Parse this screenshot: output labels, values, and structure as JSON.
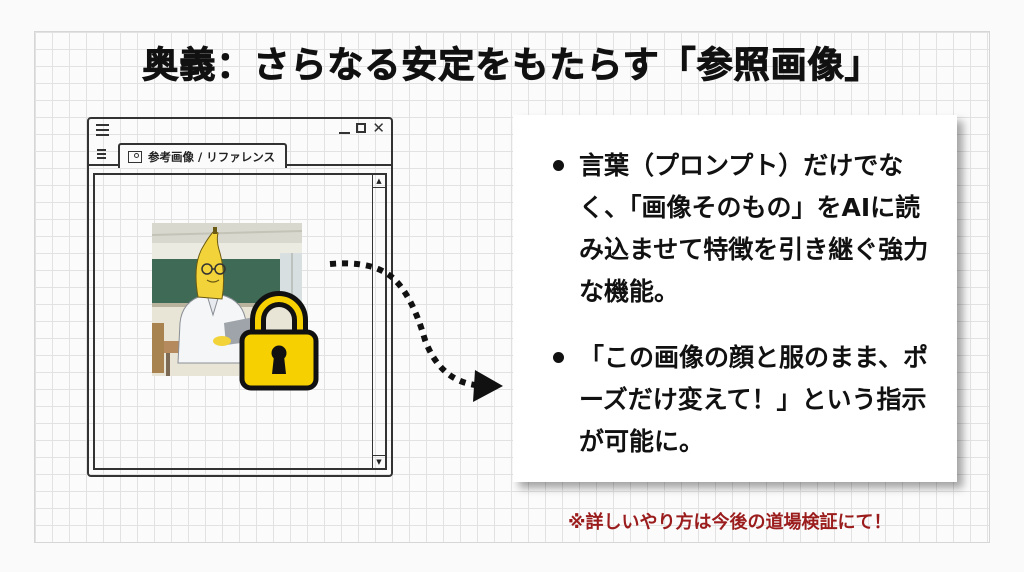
{
  "slide": {
    "title": "奥義：さらなる安定をもたらす「参照画像」",
    "window": {
      "tab_label": "参考画像 / リファレンス",
      "icons": [
        "menu-icon",
        "minimize-icon",
        "maximize-icon",
        "close-icon",
        "image-icon",
        "scroll-up-icon",
        "scroll-down-icon"
      ],
      "image_description": "Banana character in white lab coat and glasses working on laptop in classroom",
      "overlay_icon": "padlock-icon"
    },
    "card": {
      "bullets": [
        "言葉（プロンプト）だけでなく、「画像そのもの」をAIに読み込ませて特徴を引き継ぐ強力な機能。",
        "「この画像の顔と服のまま、ポーズだけ変えて！」という指示が可能に。"
      ]
    },
    "note": "※詳しいやり方は今後の道場検証にて！",
    "colors": {
      "text": "#111111",
      "note": "#9b1c1c",
      "lock_fill": "#f6d000",
      "grid_line": "#e2e2e2"
    }
  }
}
